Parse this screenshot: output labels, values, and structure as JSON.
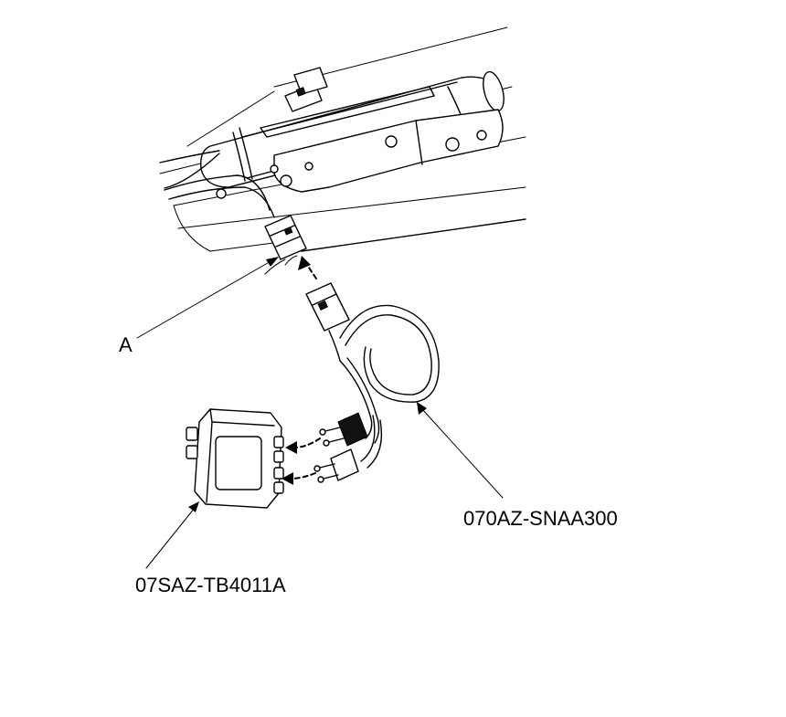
{
  "labels": {
    "connector": "A",
    "harness_tool": "070AZ-SNAA300",
    "test_box": "07SAZ-TB4011A"
  },
  "colors": {
    "line": "#000000",
    "background": "#ffffff"
  }
}
